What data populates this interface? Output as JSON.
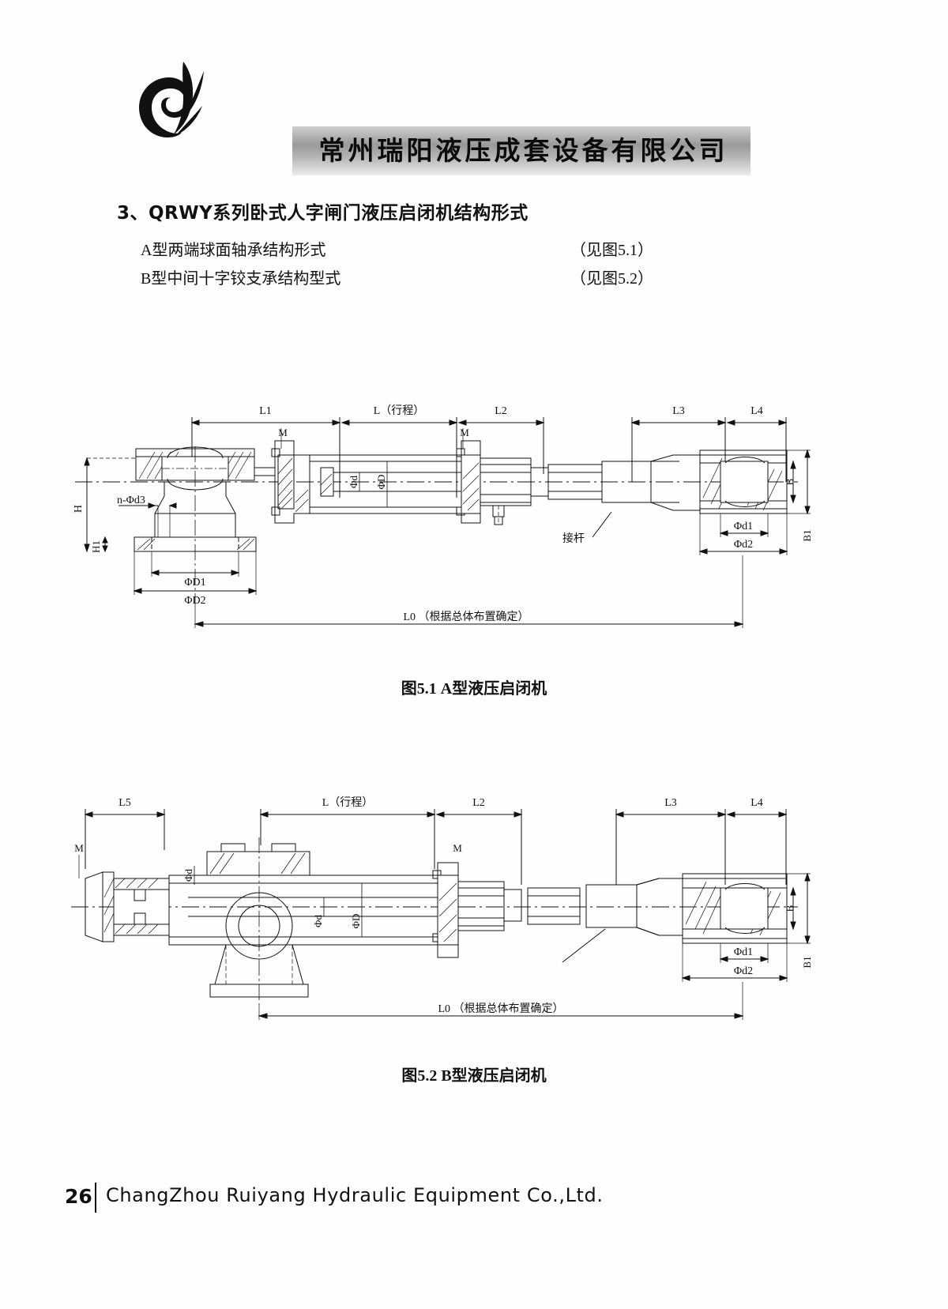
{
  "header": {
    "logo_icon": "leaf-swirl-logo",
    "company_name_cn": "常州瑞阳液压成套设备有限公司"
  },
  "content": {
    "section_heading": "3、QRWY系列卧式人字闸门液压启闭机结构形式",
    "items": [
      {
        "label": "A型两端球面轴承结构形式",
        "reference": "（见图5.1）"
      },
      {
        "label": "B型中间十字铰支承结构型式",
        "reference": "（见图5.2）"
      }
    ]
  },
  "figures": [
    {
      "id": "figure-5-1",
      "caption": "图5.1  A型液压启闭机",
      "dimensions": {
        "top": [
          "L1",
          "L（行程）",
          "L2",
          "L3",
          "L4"
        ],
        "left": [
          "H",
          "n-Φd3",
          "H1",
          "ΦD1",
          "ΦD2"
        ],
        "center": [
          "Φd",
          "ΦD"
        ],
        "right": [
          "B",
          "B1",
          "Φd1",
          "Φd2"
        ],
        "marks": [
          "M",
          "M"
        ],
        "overall": "L0  （根据总体布置确定）"
      },
      "annotations": [
        {
          "text": "接杆"
        }
      ]
    },
    {
      "id": "figure-5-2",
      "caption": "图5.2  B型液压启闭机",
      "dimensions": {
        "top": [
          "L5",
          "L（行程）",
          "L2",
          "L3",
          "L4"
        ],
        "left": [
          "M",
          "Φd"
        ],
        "center": [
          "Φd",
          "ΦD"
        ],
        "right": [
          "M",
          "B",
          "B1",
          "Φd1",
          "Φd2"
        ],
        "overall": "L0  （根据总体布置确定）"
      },
      "annotations": []
    }
  ],
  "footer": {
    "page_number": "26",
    "company_name_en": "ChangZhou Ruiyang Hydraulic Equipment Co.,Ltd."
  }
}
